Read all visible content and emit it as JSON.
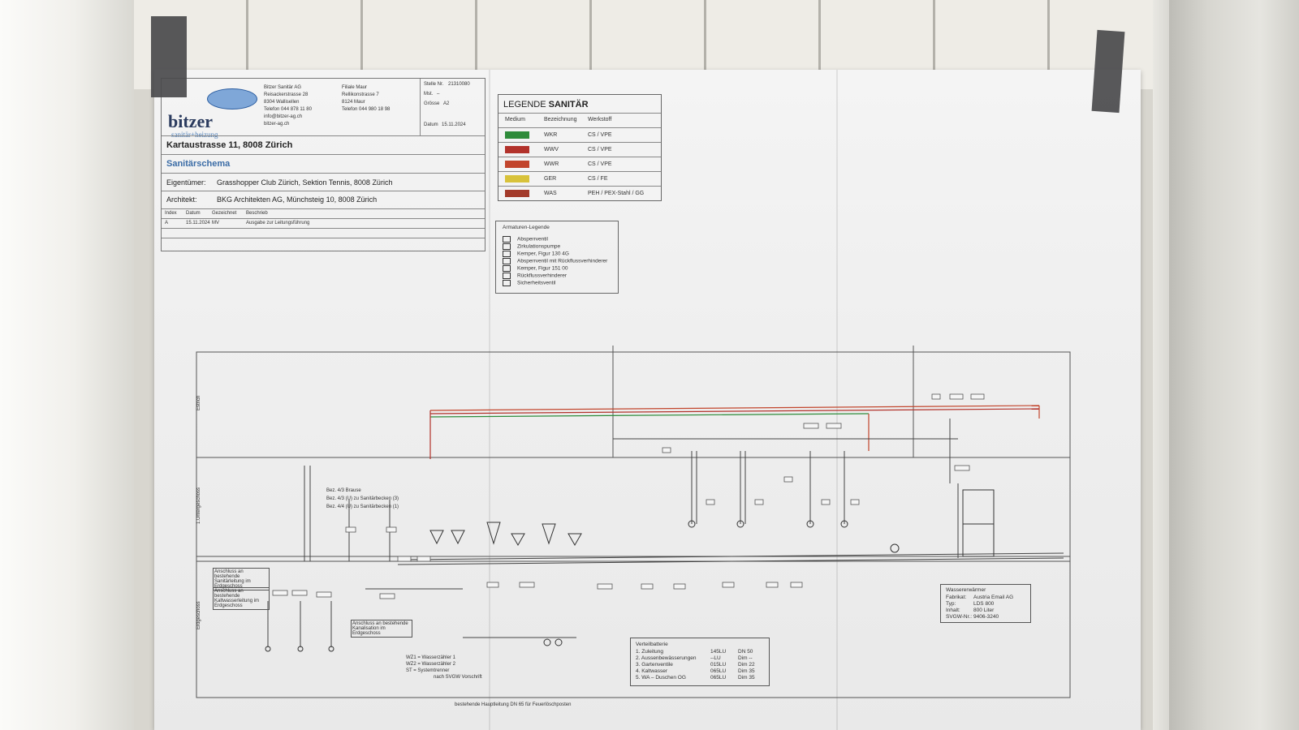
{
  "title_block": {
    "company_name": "Bitzer Sanitär AG",
    "company_street": "Reisackerstrasse 28",
    "company_city": "8304 Wallisellen",
    "company_phone": "Telefon 044 878 11 80",
    "company_email": "info@bitzer-ag.ch",
    "company_web": "bitzer-ag.ch",
    "branch_name": "Filiale Maur",
    "branch_street": "Rellikonstrasse 7",
    "branch_city": "8124 Maur",
    "branch_phone": "Telefon 044 980 18 98",
    "logo_text": "bitzer",
    "logo_sub": "sanitär+heizung",
    "plan_no_label": "Stelle Nr.",
    "plan_no": "21310080",
    "mst_label": "Mst.",
    "mst_value": "–",
    "size_label": "Grösse",
    "size_value": "A2",
    "date_label": "Datum",
    "date_value": "15.11.2024",
    "address": "Kartaustrasse 11, 8008 Zürich",
    "plan_type": "Sanitärschema",
    "owner_label": "Eigentümer:",
    "owner": "Grasshopper Club Zürich, Sektion Tennis, 8008 Zürich",
    "architect_label": "Architekt:",
    "architect": "BKG Architekten AG, Münchsteig 10, 8008 Zürich",
    "rev_headers": [
      "Index",
      "Datum",
      "Gezeichnet",
      "Beschrieb"
    ],
    "rev_row": [
      "A",
      "15.11.2024",
      "MV",
      "Ausgabe zur Leitungsführung"
    ]
  },
  "legend": {
    "title_a": "LEGENDE",
    "title_b": "SANITÄR",
    "headers": [
      "Medium",
      "Bezeichnung",
      "Werkstoff"
    ],
    "rows": [
      {
        "name": "WKR",
        "material": "CS / VPE",
        "color": "#2e8b3a"
      },
      {
        "name": "WWV",
        "material": "CS / VPE",
        "color": "#b2322b"
      },
      {
        "name": "WWR",
        "material": "CS / VPE",
        "color": "#c2452c"
      },
      {
        "name": "GER",
        "material": "CS / FE",
        "color": "#d8c23a"
      },
      {
        "name": "WAS",
        "material": "PEH / PEX-Stahl / GG",
        "color": "#a33a2a"
      }
    ]
  },
  "armaturen": {
    "title": "Armaturen-Legende",
    "items": [
      "Absperrventil",
      "Zirkulationspumpe",
      "Kemper, Figur 130 4G",
      "Absperrventil mit Rückflussverhinderer",
      "Kemper, Figur 151 00",
      "Rückflussverhinderer",
      "Sicherheitsventil"
    ]
  },
  "schematic": {
    "floor_1": "1.Untergeschoss",
    "floor_2": "Erdgeschoss",
    "floor_0": "Estrich",
    "note_1": "Bez. 4/3 Brause",
    "note_2": "Bez. 4/3 (U) zu Sanitärbecken (3)",
    "note_3": "Bez. 4/4 (U) zu Sanitärbecken (1)",
    "note_a": "Anschluss an bestehende Sanitärleitung im Erdgeschoss",
    "note_b": "Anschluss an bestehende Kaltwasserleitung im Erdgeschoss",
    "note_c": "Anschluss an bestehende Kanalisation im Erdgeschoss",
    "meter_1": "WZ1 = Wasserzähler 1",
    "meter_2": "WZ2 = Wasserzähler 2",
    "meter_3": "ST = Systemtrenner",
    "meter_note": "nach SVGW Vorschrift",
    "bottom_note": "bestehende Hauptleitung DN 65 für Feuerlöschposten"
  },
  "verteil": {
    "title": "Verteilbatterie",
    "rows": [
      [
        "1. Zuleitung",
        "145LU",
        "DN 50"
      ],
      [
        "2. Aussenbewässerungen",
        "--LU",
        "Dim --"
      ],
      [
        "3. Gartenventile",
        "015LU",
        "Dim 22"
      ],
      [
        "4. Kaltwasser",
        "065LU",
        "Dim 35"
      ],
      [
        "5. WA – Duschen OG",
        "065LU",
        "Dim 35"
      ]
    ]
  },
  "heater": {
    "title": "Wassererwärmer",
    "fab_label": "Fabrikat:",
    "fab": "Austria Email AG",
    "typ_label": "Typ:",
    "typ": "LDS 800",
    "inh_label": "Inhalt:",
    "inh": "800 Liter",
    "svgw_label": "SVGW-Nr.:",
    "svgw": "9406-3240"
  }
}
